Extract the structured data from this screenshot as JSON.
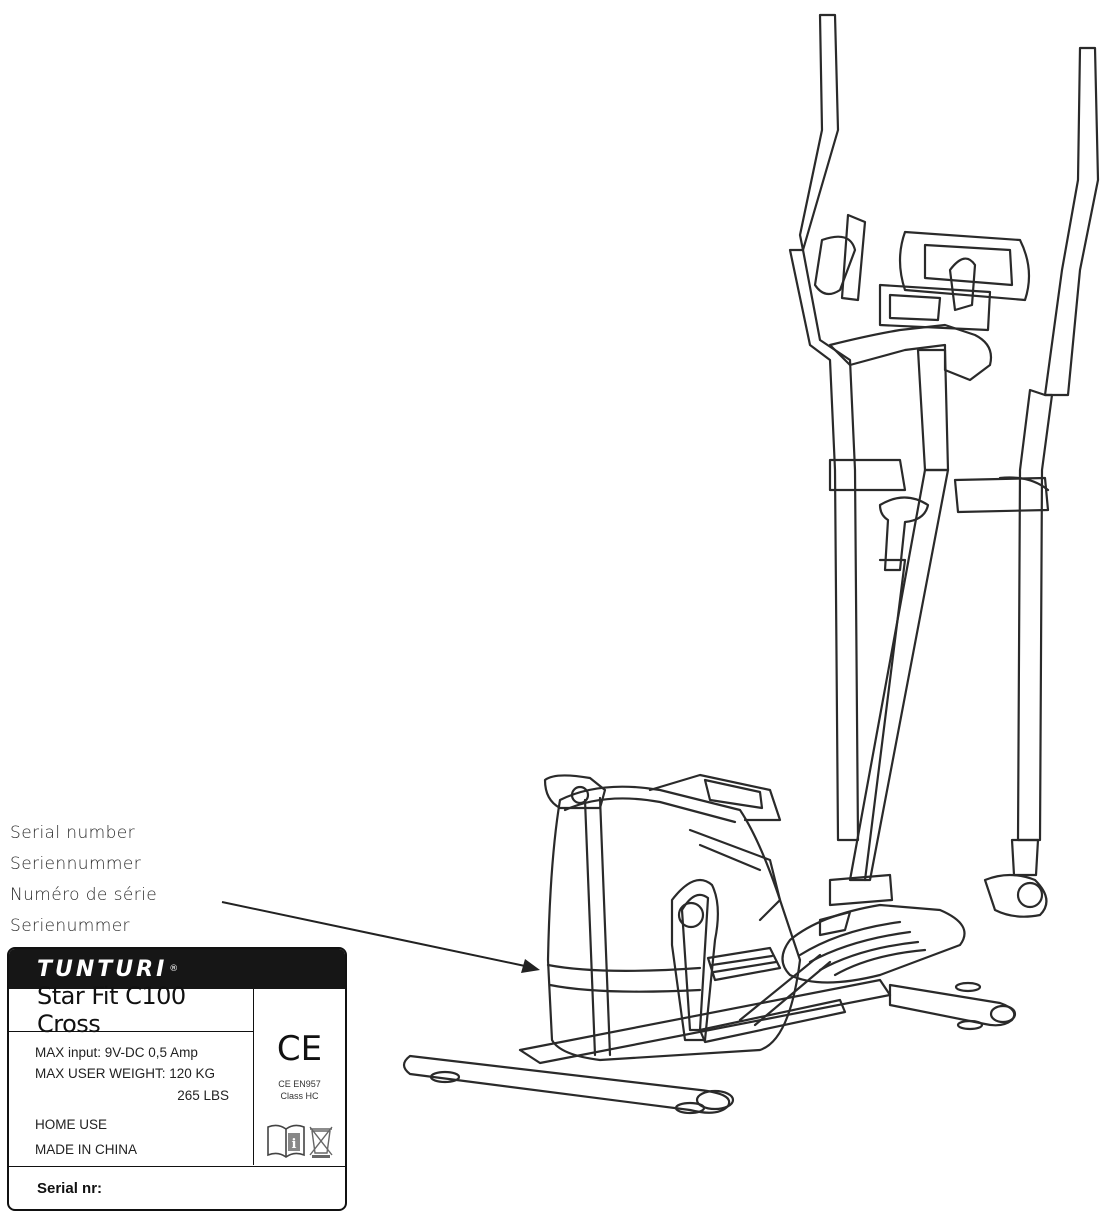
{
  "caption": {
    "lines": [
      "Serial number",
      "Seriennummer",
      "Numéro de série",
      "Serienummer"
    ]
  },
  "label": {
    "brand": "TUNTURI",
    "registered": "®",
    "model": "Star Fit C100  Cross",
    "specs": {
      "max_input": "MAX input:  9V-DC  0,5 Amp",
      "max_weight": "MAX USER WEIGHT: 120 KG",
      "max_weight_lbs": "265 LBS",
      "home_use": "HOME USE",
      "made_in": "MADE IN CHINA"
    },
    "ce_mark": "CE",
    "ce_standard": "CE EN957",
    "ce_class": "Class HC",
    "serial_label": "Serial nr:",
    "icons": [
      "manual-info-icon",
      "weee-bin-icon"
    ]
  }
}
